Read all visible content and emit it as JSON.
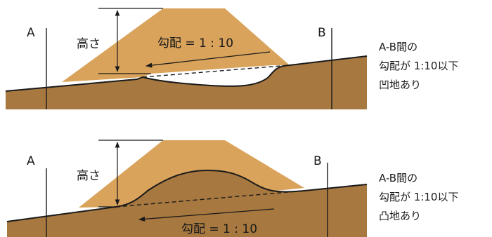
{
  "colors": {
    "embankment": "#d9a35c",
    "ground": "#a7783f",
    "line": "#1a1a1a"
  },
  "diagrams": [
    {
      "label_a": "A",
      "label_b": "B",
      "height_label": "高さ",
      "slope_label": "勾配 = 1 : 10",
      "side_text": [
        "A-B間の",
        "勾配が 1:10以下",
        "凹地あり"
      ]
    },
    {
      "label_a": "A",
      "label_b": "B",
      "height_label": "高さ",
      "slope_label": "勾配 = 1 : 10",
      "side_text": [
        "A-B間の",
        "勾配が 1:10以下",
        "凸地あり"
      ]
    }
  ]
}
